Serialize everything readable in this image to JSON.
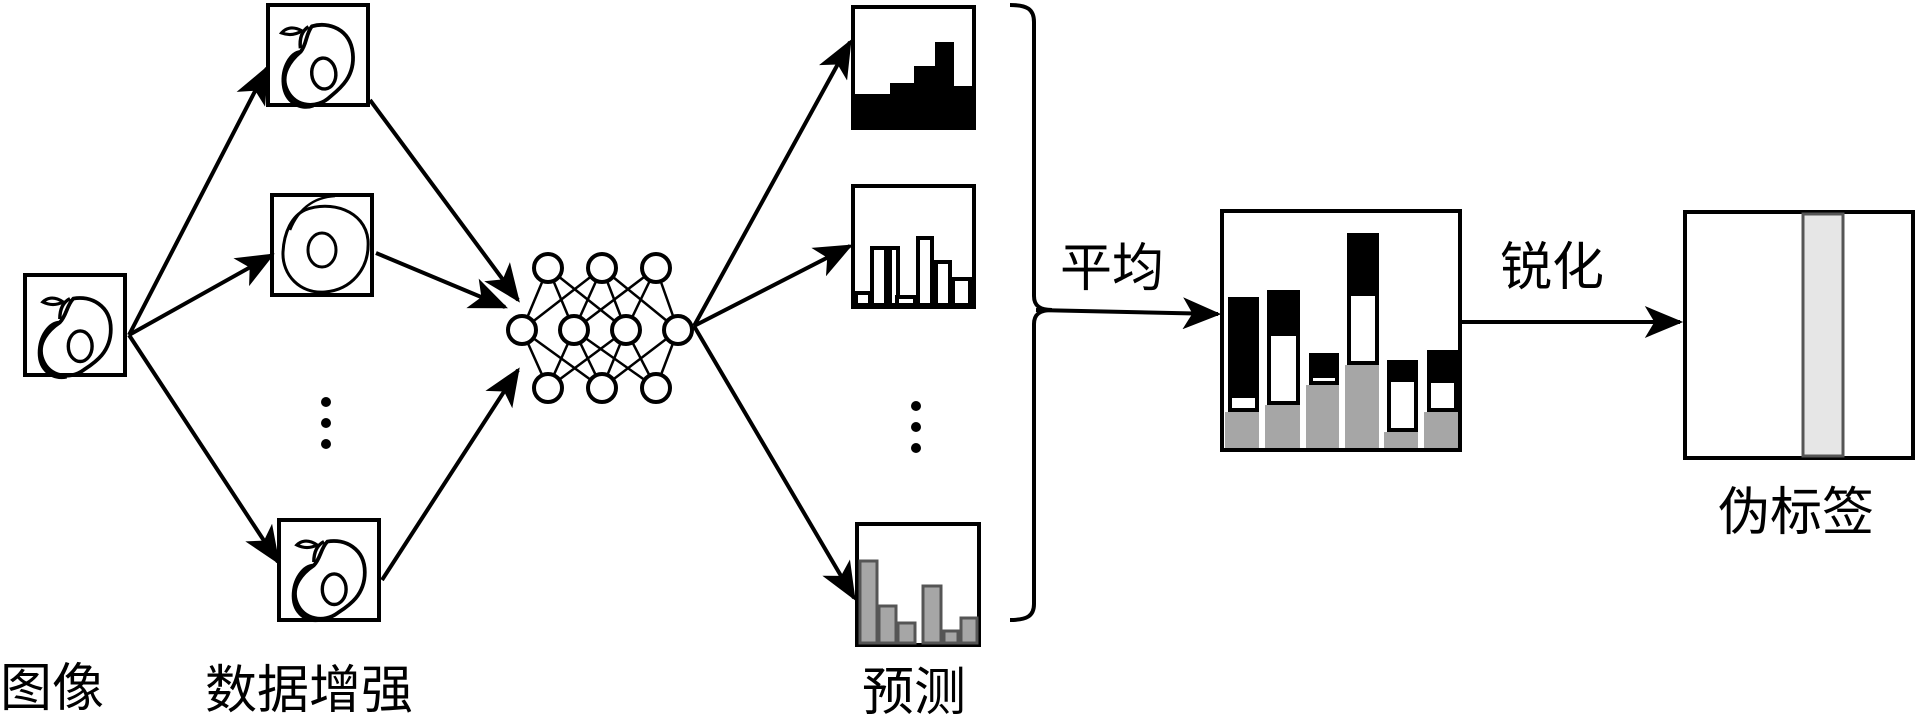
{
  "labels": {
    "image": "图像",
    "augment": "数据增强",
    "predict": "预测",
    "average": "平均",
    "sharpen": "锐化",
    "pseudo_label": "伪标签"
  },
  "colors": {
    "stroke": "#000000",
    "gray_bar": "#a6a6a6",
    "light_band": "#e6e6e6",
    "bar_outline": "#555555"
  },
  "icons": {
    "fruit": "avocado-pear-icon",
    "network": "neural-network-icon"
  }
}
